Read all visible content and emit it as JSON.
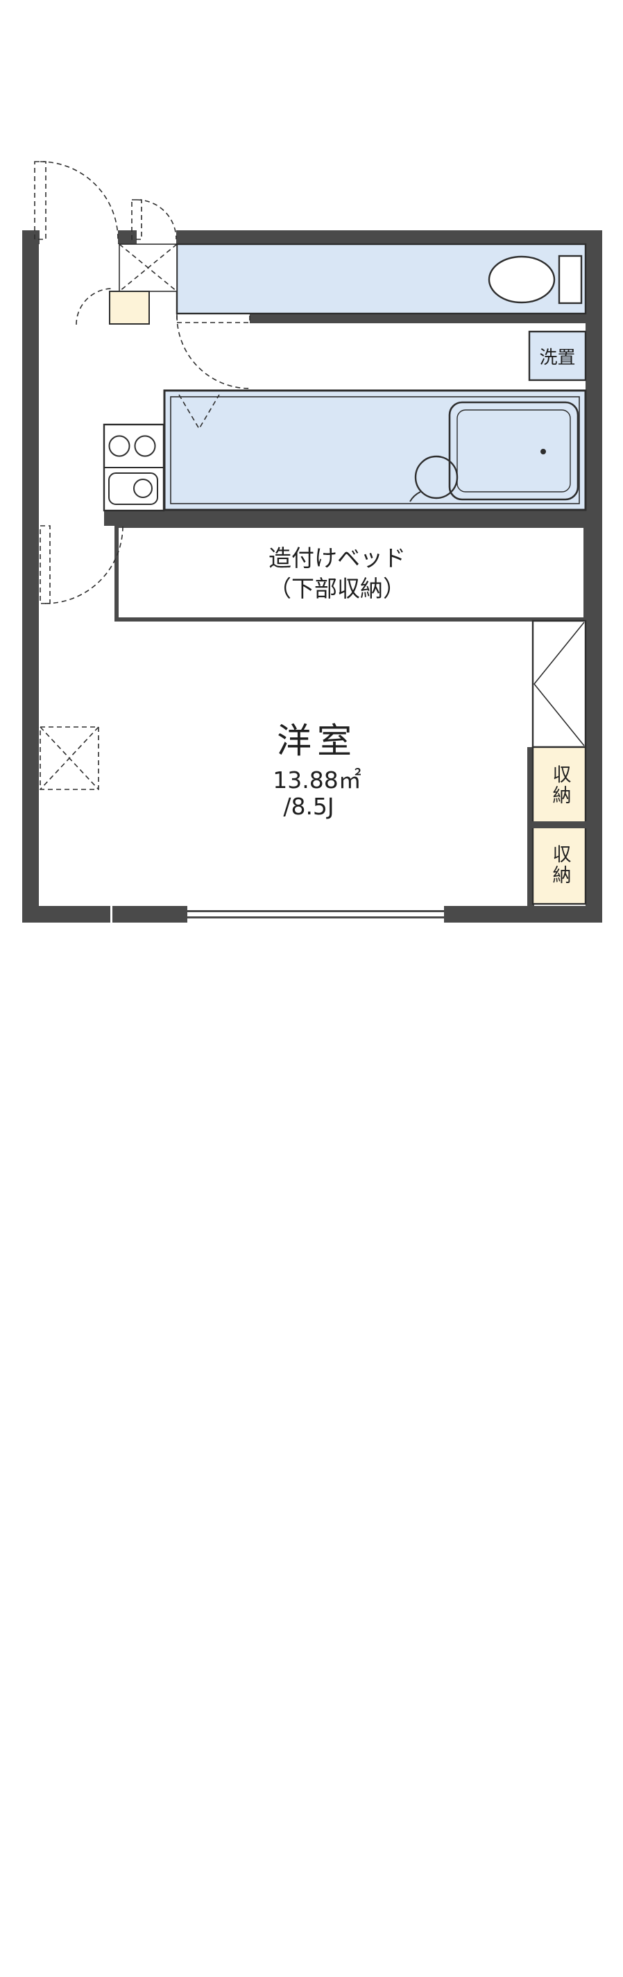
{
  "plan": {
    "washroom": {
      "label": "洗置"
    },
    "built_in_bed": {
      "line1": "造付けベッド",
      "line2": "（下部収納）"
    },
    "main_room": {
      "name": "洋室",
      "area_sqm": "13.88㎡",
      "area_tatami": "/8.5J"
    },
    "closets": [
      {
        "label": "収納"
      },
      {
        "label": "収納"
      }
    ],
    "colors": {
      "wall": "#4a4a4a",
      "water_area": "#d9e6f5",
      "storage": "#fdf3d8",
      "line": "#2e2e2e",
      "background": "#ffffff"
    }
  }
}
